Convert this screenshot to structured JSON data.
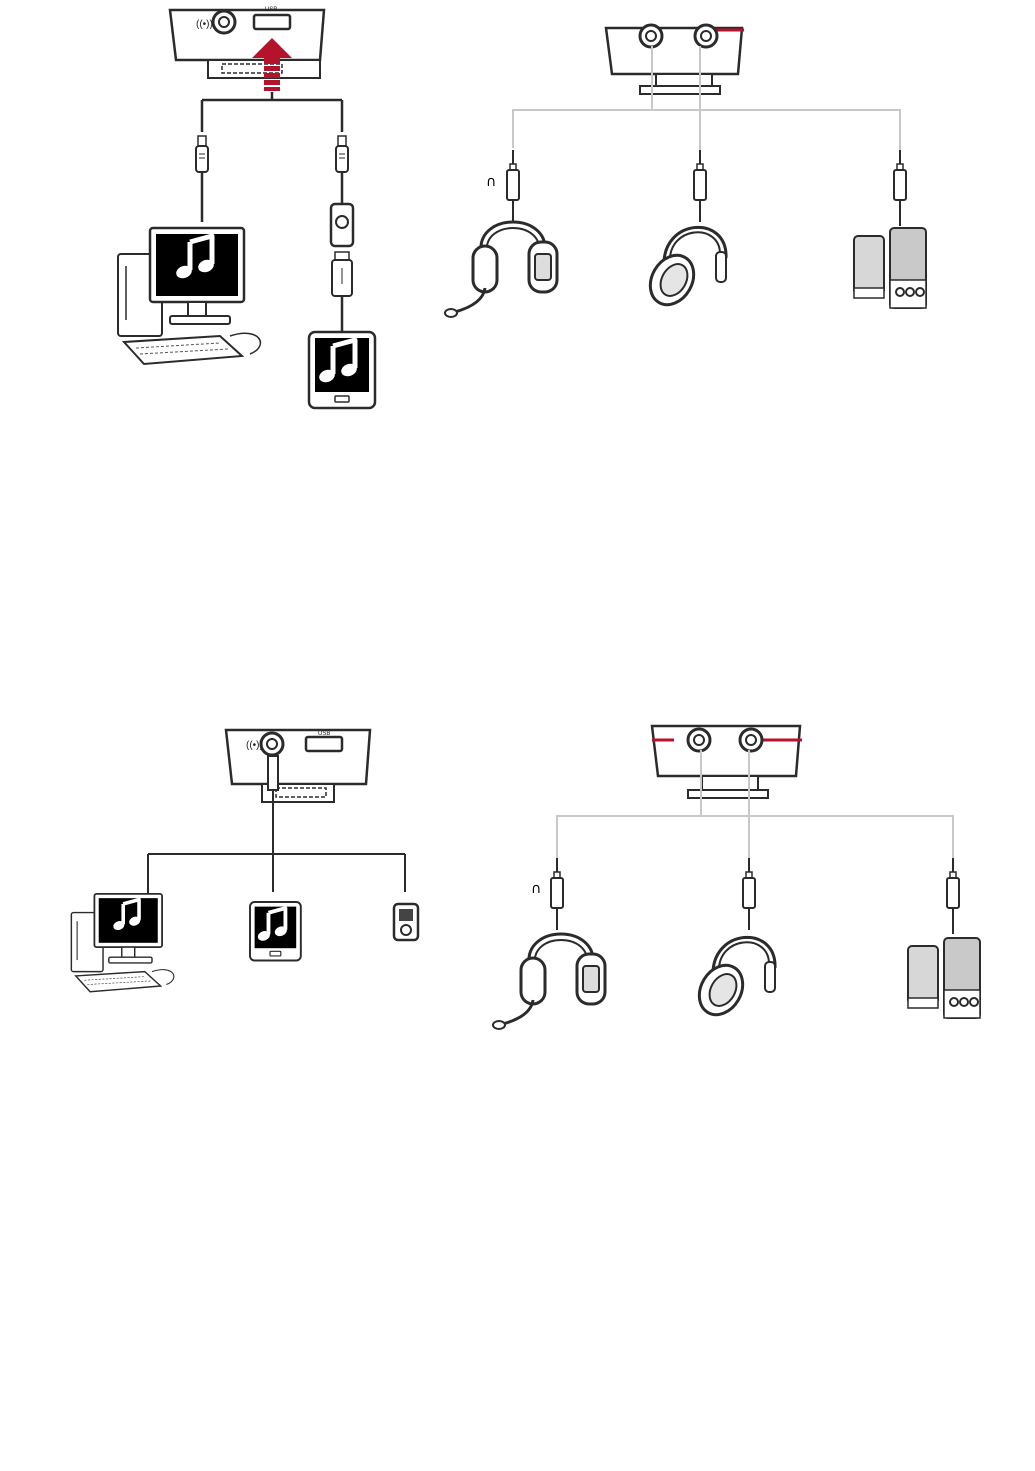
{
  "ports": {
    "usb_label": "USB",
    "aux_label": "((•))"
  },
  "colors": {
    "accent": "#b5122b",
    "line_dark": "#2b2b2b",
    "line_light": "#c8c8c8",
    "fill_device": "#ffffff",
    "fill_gray": "#d7d7d7"
  },
  "icons": {
    "music_note": "♫",
    "headphone_symbol": "🎧"
  },
  "panels": [
    {
      "id": "usb-connection",
      "sources": [
        "computer",
        "mobile-device"
      ]
    },
    {
      "id": "usb-outputs",
      "outputs": [
        "gaming-headset",
        "headphones",
        "speakers"
      ]
    },
    {
      "id": "aux-connection",
      "sources": [
        "computer",
        "mobile-device",
        "portable-player"
      ]
    },
    {
      "id": "aux-outputs",
      "outputs": [
        "gaming-headset",
        "headphones",
        "speakers"
      ]
    }
  ]
}
